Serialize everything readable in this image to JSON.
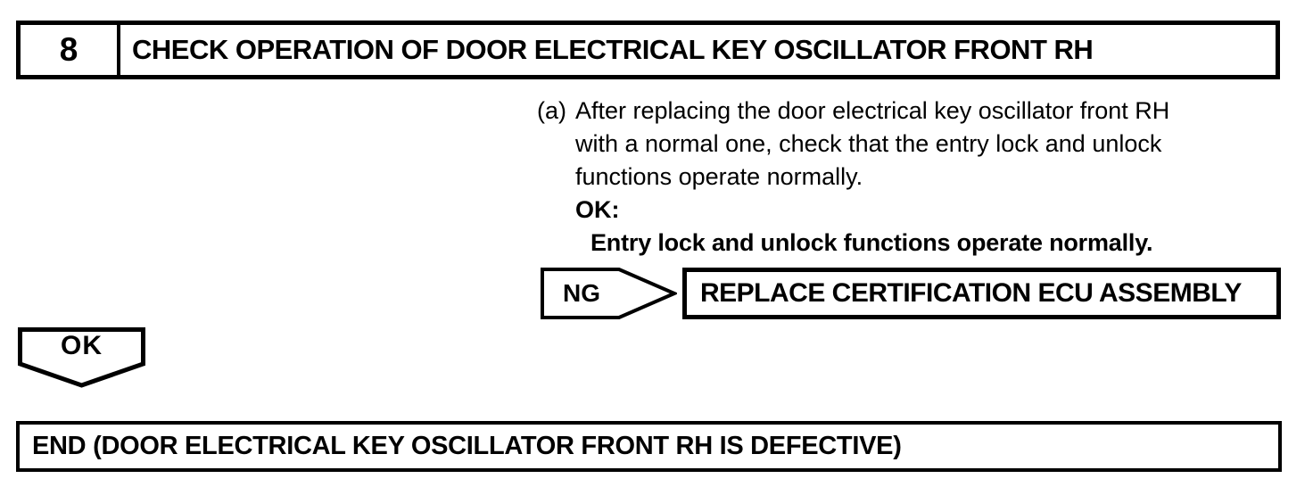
{
  "colors": {
    "ink": "#000000",
    "paper": "#ffffff"
  },
  "step_header": {
    "number": "8",
    "title": "CHECK OPERATION OF DOOR ELECTRICAL KEY OSCILLATOR FRONT RH"
  },
  "instruction": {
    "marker": "(a)",
    "lines": [
      "After replacing the door electrical key oscillator front RH",
      "with a normal one, check that the entry lock and unlock",
      "functions operate normally."
    ],
    "ok_label": "OK:",
    "ok_condition": "Entry lock and unlock functions operate normally."
  },
  "ng_branch": {
    "label": "NG",
    "action": "REPLACE CERTIFICATION ECU ASSEMBLY"
  },
  "ok_branch": {
    "label": "OK"
  },
  "end_box": {
    "text": "END (DOOR ELECTRICAL KEY OSCILLATOR FRONT RH IS DEFECTIVE)"
  }
}
